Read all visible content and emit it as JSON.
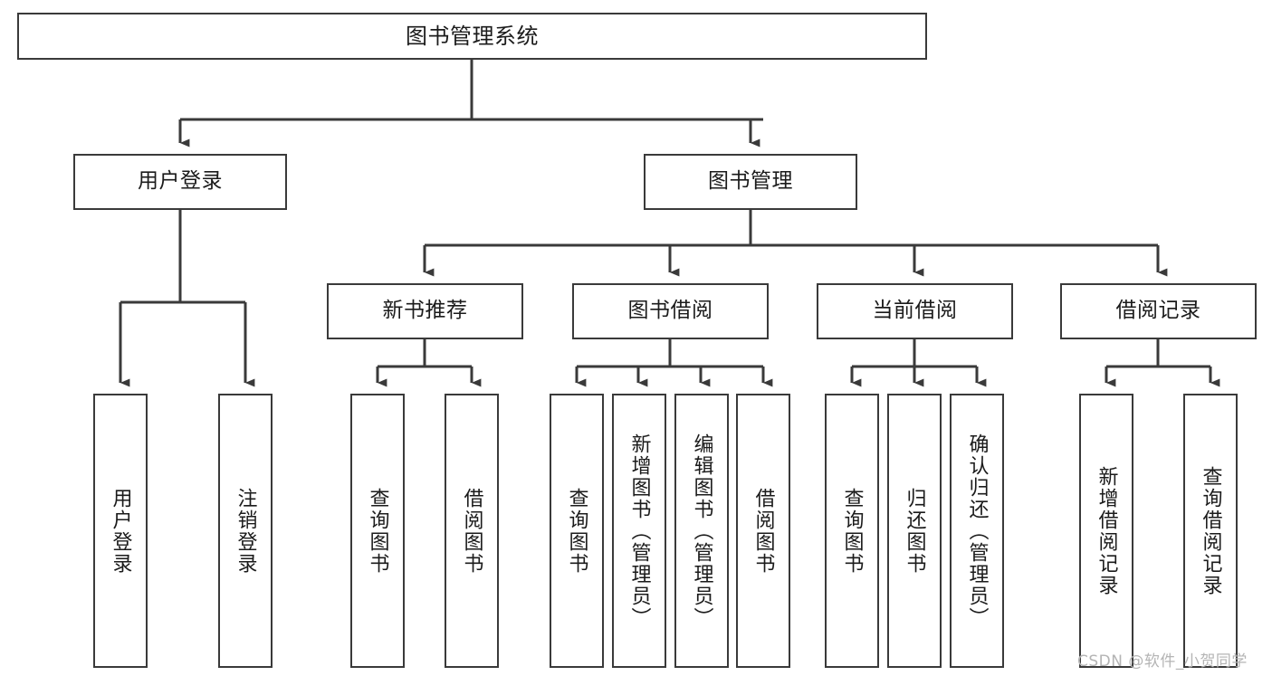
{
  "diagram": {
    "title": "图书管理系统",
    "type": "hierarchy-tree",
    "watermark": "CSDN @软件_小贺同学",
    "colors": {
      "stroke": "#3a3a3a",
      "fill": "#ffffff",
      "text": "#1b1b1b",
      "watermark": "#b4b4b4"
    },
    "nodes": {
      "root": {
        "label": "图书管理系统"
      },
      "level2": [
        {
          "label": "用户登录"
        },
        {
          "label": "图书管理"
        }
      ],
      "level3": [
        {
          "label": "新书推荐"
        },
        {
          "label": "图书借阅"
        },
        {
          "label": "当前借阅"
        },
        {
          "label": "借阅记录"
        }
      ],
      "leaves": {
        "user_login": [
          {
            "label": "用户登录"
          },
          {
            "label": "注销登录"
          }
        ],
        "new_book": [
          {
            "label": "查询图书"
          },
          {
            "label": "借阅图书"
          }
        ],
        "book_borrow": [
          {
            "label": "查询图书"
          },
          {
            "label": "新增图书（管理员）"
          },
          {
            "label": "编辑图书（管理员）"
          },
          {
            "label": "借阅图书"
          }
        ],
        "current_borrow": [
          {
            "label": "查询图书"
          },
          {
            "label": "归还图书"
          },
          {
            "label": "确认归还（管理员）"
          }
        ],
        "borrow_record": [
          {
            "label": "新增借阅记录"
          },
          {
            "label": "查询借阅记录"
          }
        ]
      }
    }
  }
}
